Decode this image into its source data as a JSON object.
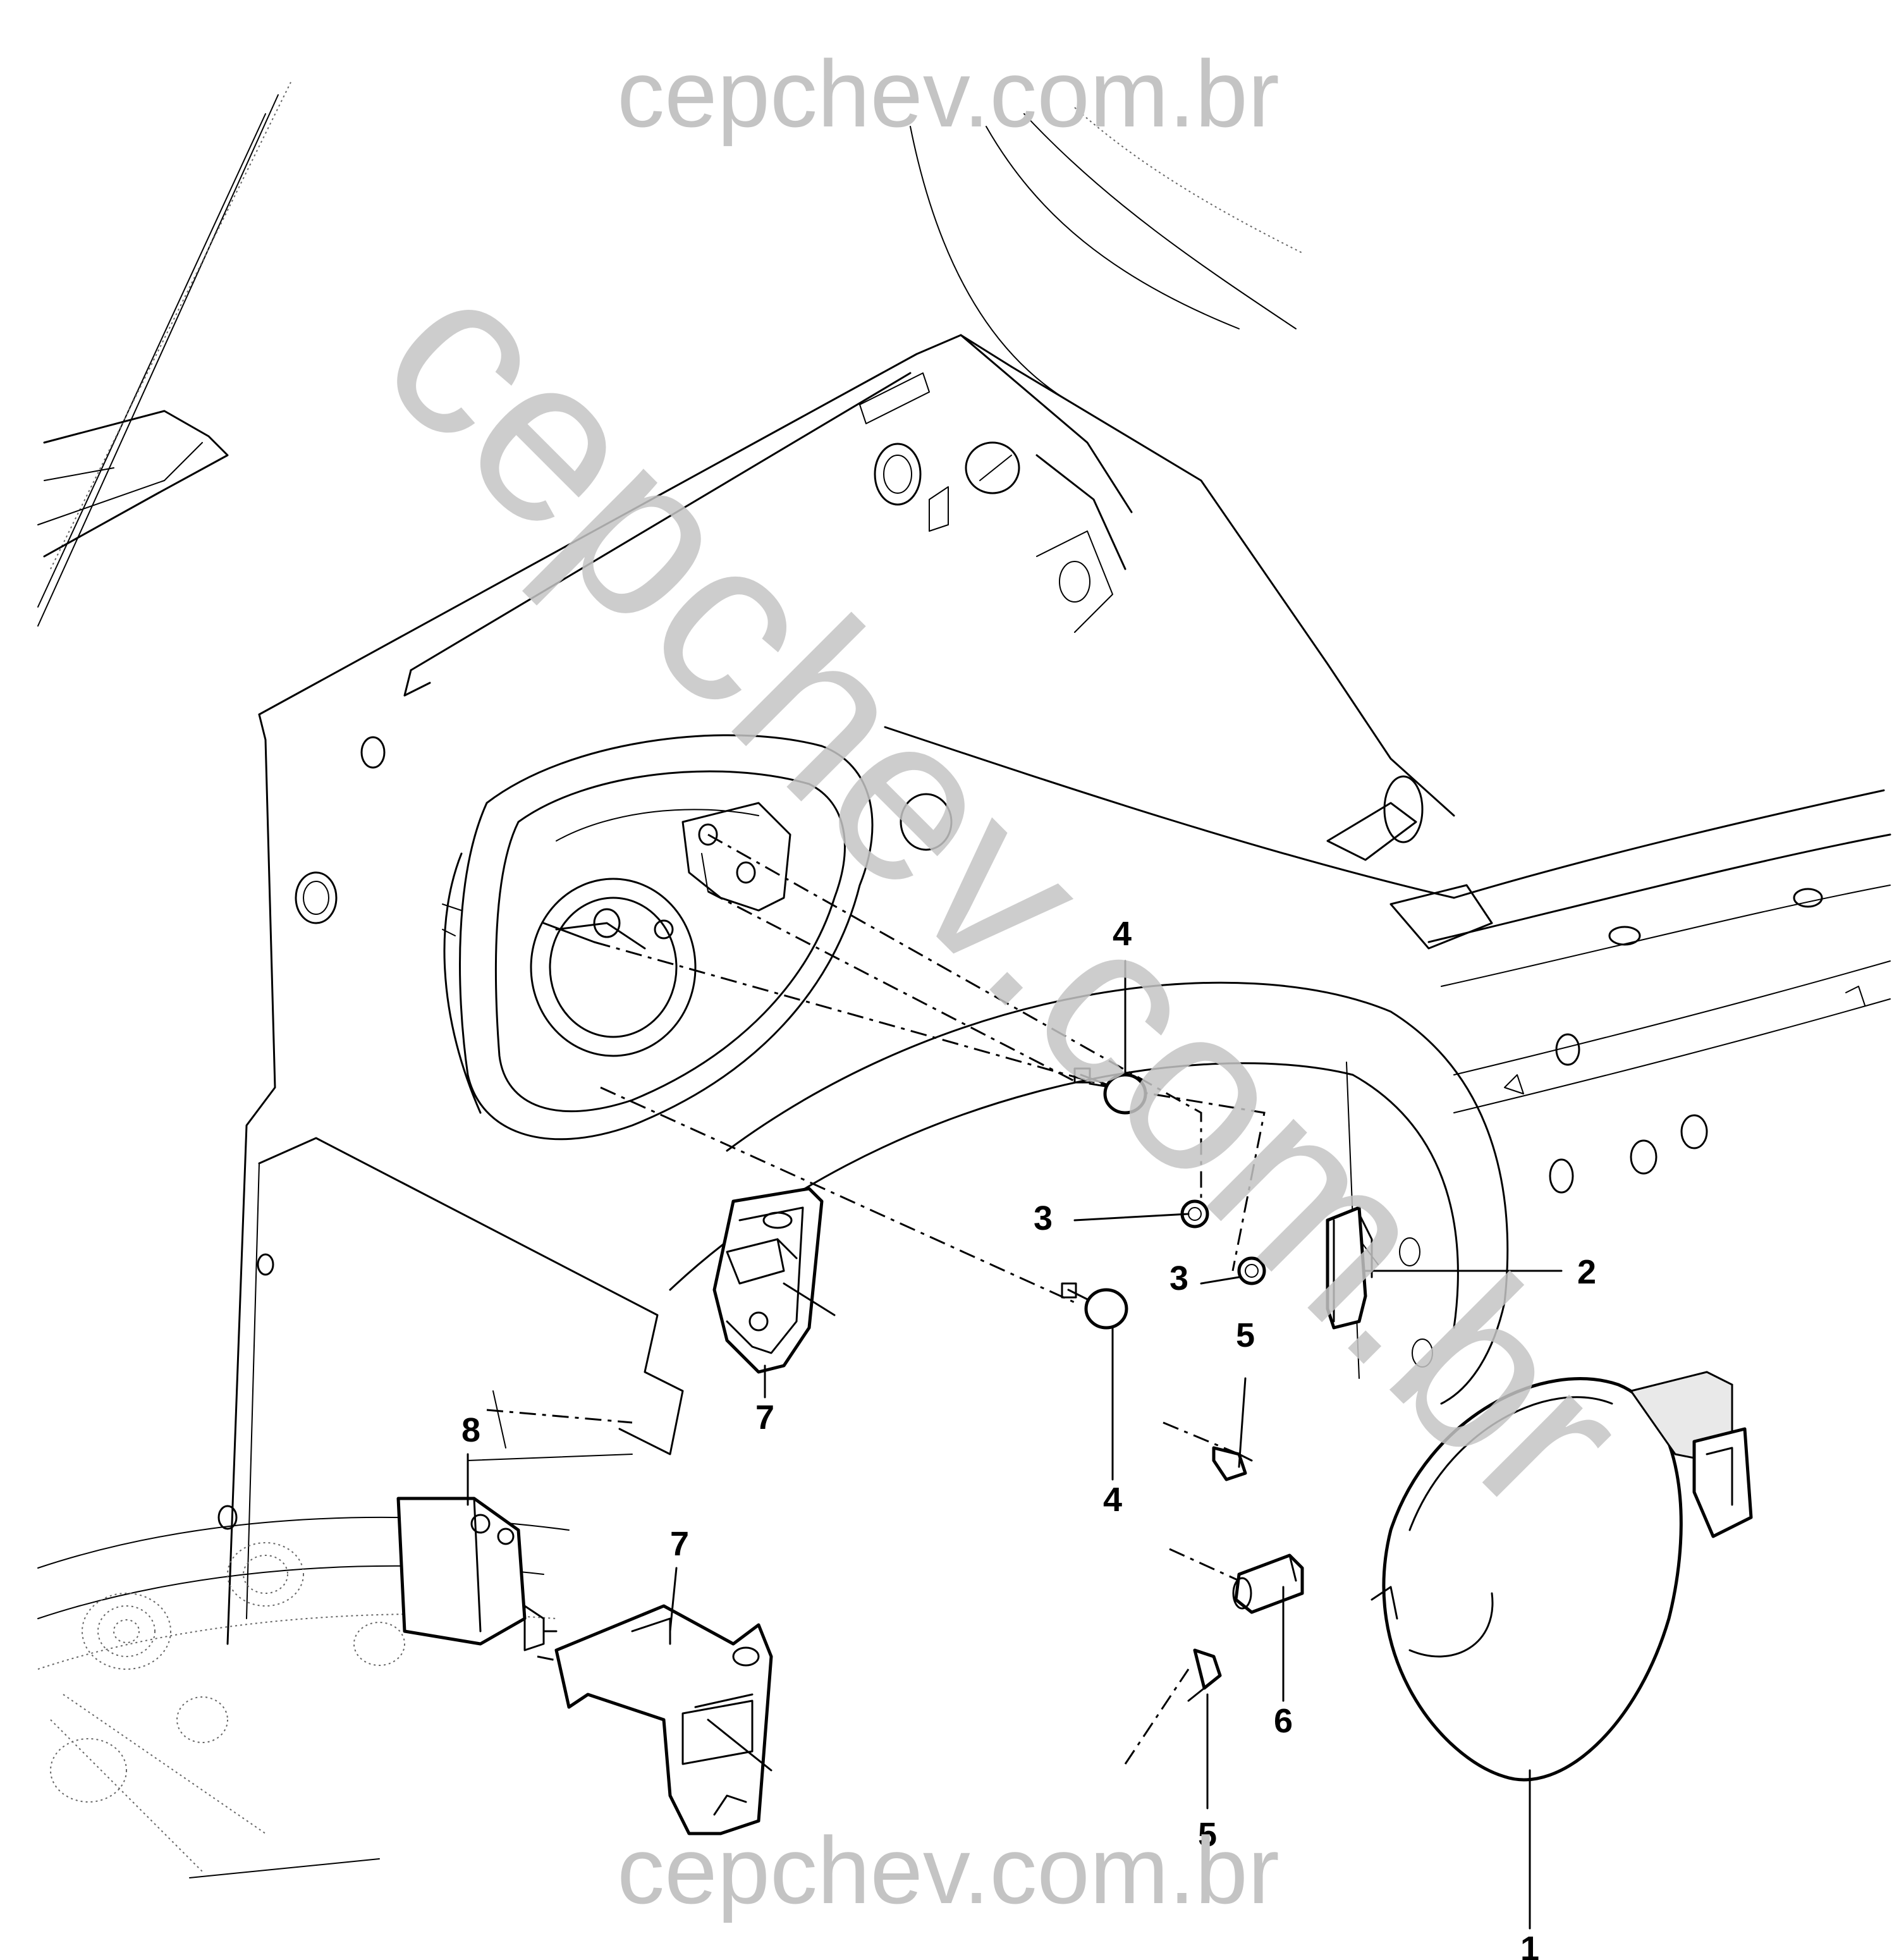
{
  "watermarks": {
    "top": "cepchev.com.br",
    "bottom": "cepchev.com.br",
    "diagonal": "cepchev.com.br"
  },
  "callouts": {
    "c1": "1",
    "c2": "2",
    "c3a": "3",
    "c3b": "3",
    "c4a": "4",
    "c4b": "4",
    "c5a": "5",
    "c5b": "5",
    "c6": "6",
    "c7a": "7",
    "c7b": "7",
    "c8": "8"
  }
}
